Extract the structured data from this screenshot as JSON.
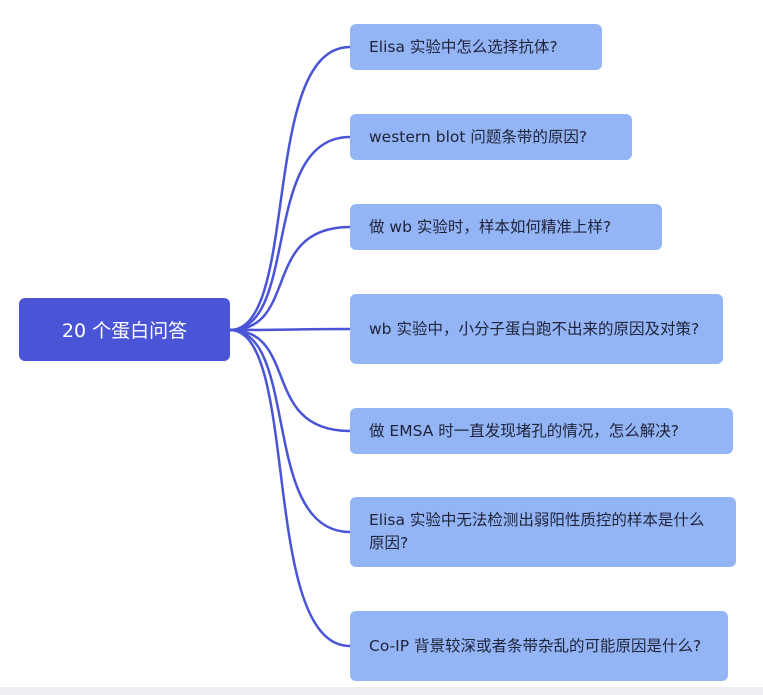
{
  "mindmap": {
    "root": {
      "label": "20 个蛋白问答"
    },
    "branches": [
      {
        "label": "Elisa 实验中怎么选择抗体?"
      },
      {
        "label": "western blot 问题条带的原因?"
      },
      {
        "label": "做 wb 实验时，样本如何精准上样?"
      },
      {
        "label": "wb 实验中，小分子蛋白跑不出来的原因及对策?"
      },
      {
        "label": "做 EMSA 时一直发现堵孔的情况，怎么解决?"
      },
      {
        "label": "Elisa 实验中无法检测出弱阳性质控的样本是什么原因?"
      },
      {
        "label": "Co-IP 背景较深或者条带杂乱的可能原因是什么?"
      }
    ],
    "colors": {
      "root_fill": "#4a54d6",
      "branch_fill": "#93b5f6",
      "connector": "#4a54d6",
      "text_dark": "#20243a",
      "text_light": "#ffffff"
    }
  }
}
